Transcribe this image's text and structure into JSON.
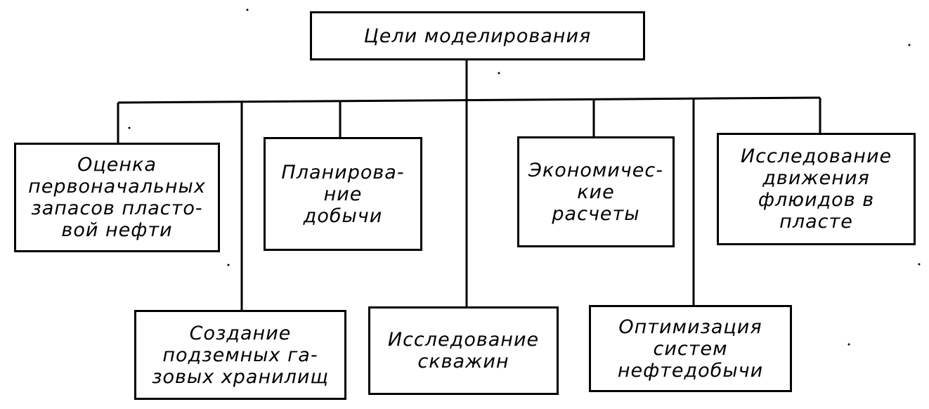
{
  "root": {
    "label": "Цели моделирования"
  },
  "goals_top": [
    {
      "label": "Оценка\nпервоначальных\nзапасов пласто-\nвой нефти"
    },
    {
      "label": "Планирова-\nние\nдобычи"
    },
    {
      "label": "Экономичес-\nкие\nрасчеты"
    },
    {
      "label": "Исследование\nдвижения\nфлюидов в\nпласте"
    }
  ],
  "goals_bottom": [
    {
      "label": "Создание\nподземных га-\nзовых хранилищ"
    },
    {
      "label": "Исследование\nскважин"
    },
    {
      "label": "Оптимизация\nсистем\nнефтедобычи"
    }
  ],
  "colors": {
    "line": "#000000",
    "background": "#ffffff"
  }
}
